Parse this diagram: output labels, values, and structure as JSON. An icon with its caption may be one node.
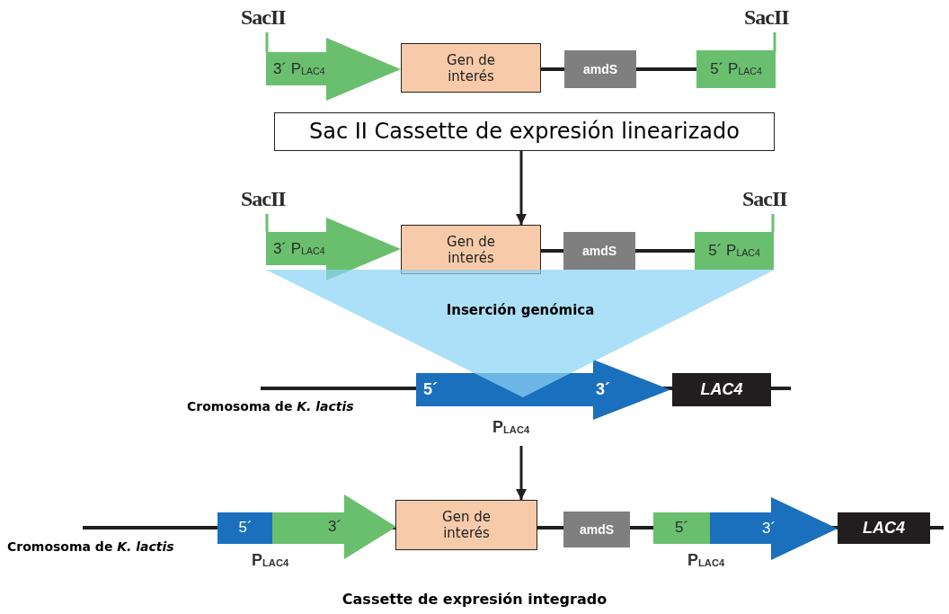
{
  "diagram": {
    "caption": "Cassette de expresión integrado",
    "nodes": [
      {
        "text": [
          "3´ P$_{LAC4}$"
        ],
        "beside": [
          "SacII"
        ]
      },
      {
        "text": [
          "Gen de interés"
        ]
      },
      {
        "text": [
          "amdS"
        ]
      },
      {
        "text": [
          "5´ P$_{LAC4}$"
        ],
        "beside": [
          "SacII"
        ]
      },
      {
        "text": [
          "Sac II Cassette de expresión linearizado"
        ]
      },
      {
        "text": [
          "3´ P$_{LAC4}$"
        ],
        "beside": [
          "SacII"
        ]
      },
      {
        "text": [
          "Gen de interés"
        ]
      },
      {
        "text": [
          "amdS"
        ]
      },
      {
        "text": [
          "5´ P$_{LAC4}$"
        ],
        "beside": [
          "SacII"
        ]
      },
      {
        "text": [
          "Inserción genómica"
        ]
      },
      {
        "text": [
          "5´",
          "3´"
        ],
        "beside": [
          "P$_{LAC4}$"
        ]
      },
      {
        "text": [
          "LAC4"
        ]
      },
      {
        "text": [
          "5´"
        ]
      },
      {
        "text": [
          "3´"
        ]
      },
      {
        "text": [
          "Gen de interés"
        ]
      },
      {
        "text": [
          "amdS"
        ]
      },
      {
        "text": [
          "5´"
        ]
      },
      {
        "text": [
          "3´"
        ]
      },
      {
        "text": [
          "LAC4"
        ]
      }
    ],
    "edges": [
      {
        "from": 1,
        "to": 2,
        "arrow": "none"
      },
      {
        "from": 2,
        "to": 3,
        "arrow": "none"
      },
      {
        "from": 4,
        "to": 6,
        "arrow": "to"
      },
      {
        "from": 6,
        "to": 7,
        "arrow": "none"
      },
      {
        "from": 7,
        "to": 8,
        "arrow": "none"
      },
      {
        "from": null,
        "to": 14,
        "arrow": "to"
      }
    ],
    "labels": [
      "Cromosoma de *K. lactis*",
      "Cromosoma de *K. lactis*",
      "P$_{LAC4}$",
      "P$_{LAC4}$"
    ]
  }
}
